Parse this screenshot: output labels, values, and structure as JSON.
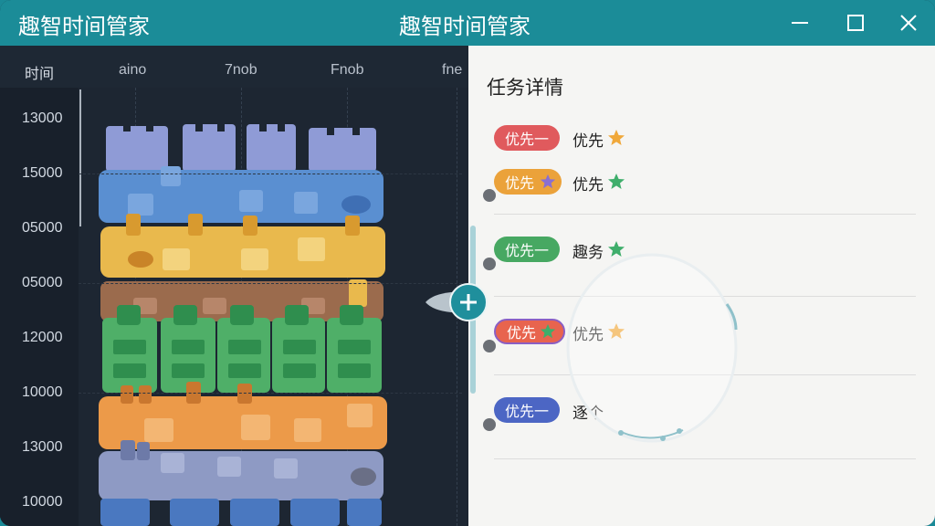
{
  "window": {
    "title_left": "趣智时间管家",
    "title_center": "趣智时间管家"
  },
  "schedule": {
    "time_header": "时间",
    "columns": [
      "aino",
      "7nob",
      "Fnob",
      "fne"
    ],
    "rows": [
      "13000",
      "15000",
      "05000",
      "05000",
      "12000",
      "10000",
      "13000",
      "10000"
    ]
  },
  "details": {
    "title": "任务详情",
    "tasks": [
      {
        "badge": "优先一",
        "name": "优先",
        "badge_color": "#e05a5d",
        "star_color": "#f0a83a",
        "has_dot": false
      },
      {
        "badge": "优先",
        "name": "优先",
        "badge_color": "#eba23a",
        "star_color": "#3fae6b",
        "badge_star_color": "#8a6fd0",
        "has_dot": true
      },
      {
        "badge": "优先一",
        "name": "趣务",
        "badge_color": "#47a862",
        "star_color": "#3fae6b",
        "has_dot": true
      },
      {
        "badge": "优先",
        "name": "优先",
        "badge_color": "#e8644e",
        "star_color": "#f0a83a",
        "badge_star_color": "#3fae6b",
        "has_dot": true
      },
      {
        "badge": "优先一",
        "name": "逐个",
        "badge_color": "#4c66c4",
        "has_dot": true
      }
    ]
  },
  "colors": {
    "titlebar": "#1b8c98",
    "accent": "#1f8f9c"
  },
  "icons": [
    "minimize-icon",
    "maximize-icon",
    "close-icon",
    "plus-icon",
    "star-icon"
  ]
}
